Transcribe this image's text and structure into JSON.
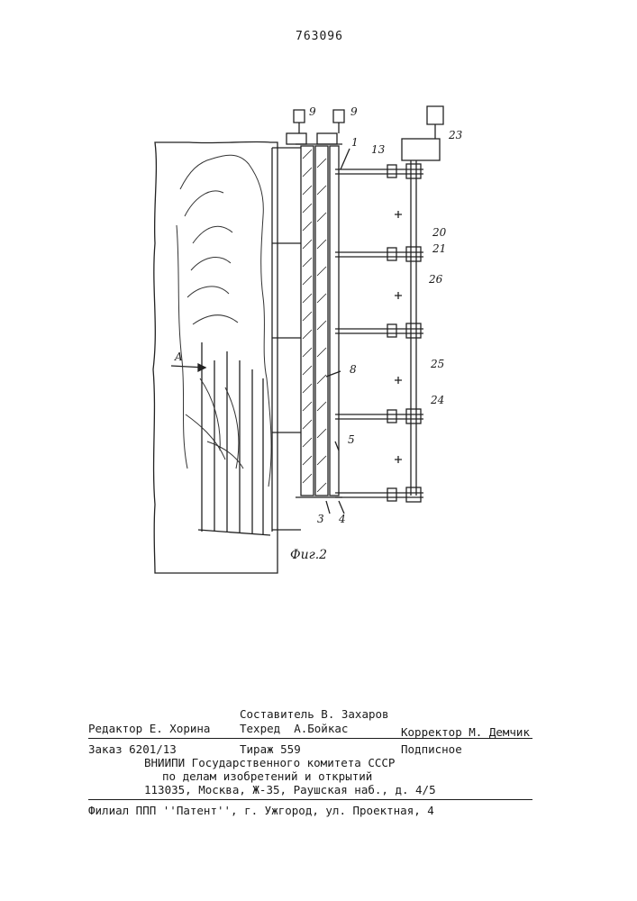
{
  "patent_number": "763096",
  "figure": {
    "caption": "Фиг.2",
    "callouts": {
      "c9a": "9",
      "c9b": "9",
      "c1": "1",
      "c13": "13",
      "c23": "23",
      "c20": "20",
      "c21": "21",
      "c26": "26",
      "cA": "A",
      "c8": "8",
      "c25": "25",
      "c24": "24",
      "c5": "5",
      "c3": "3",
      "c4": "4"
    }
  },
  "footer": {
    "composer": "Составитель В. Захаров",
    "editor": "Редактор Е. Хорина",
    "techred": "Техред  А.Бойкас",
    "corrector": "Корректор М. Демчик",
    "order": "Заказ 6201/13",
    "circulation": "Тираж 559",
    "subscription": "Подписное",
    "org_line1": "ВНИИПИ Государственного комитета СССР",
    "org_line2": "по делам изобретений и открытий",
    "address": "113035, Москва, Ж-35, Раушская наб., д. 4/5",
    "branch": "Филиал ППП ''Патент'', г. Ужгород, ул. Проектная, 4"
  }
}
